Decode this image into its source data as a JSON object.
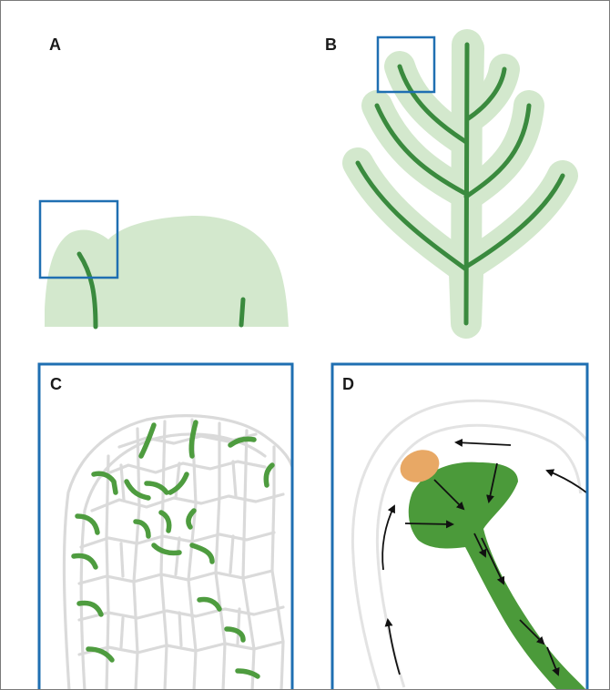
{
  "figure": {
    "panels": [
      {
        "id": "A"
      },
      {
        "id": "B"
      },
      {
        "id": "C"
      },
      {
        "id": "D"
      }
    ]
  },
  "colors": {
    "leaf_fill": "#d3e8cd",
    "vein": "#3a8a3e",
    "cell_wall": "#dadada",
    "pin_polarity": "#4e9c3f",
    "vein_tissue": "#4b9a3a",
    "auxin_source": "#e8a865",
    "inset_box": "#1f6fb2",
    "arrow": "#111111"
  }
}
